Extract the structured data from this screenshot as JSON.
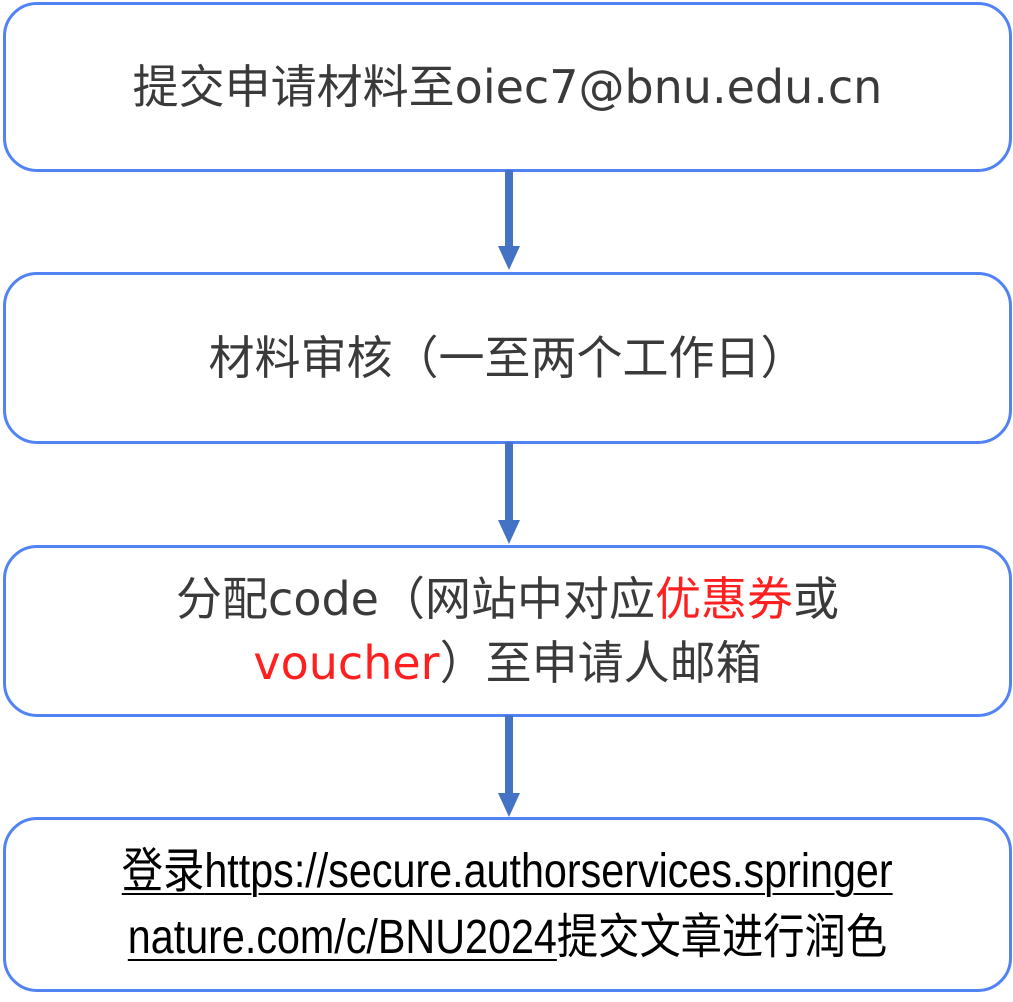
{
  "steps": [
    {
      "text": "提交申请材料至oiec7@bnu.edu.cn"
    },
    {
      "text": "材料审核（一至两个工作日）"
    },
    {
      "part1": "分配code（网站中对应",
      "highlight1": "优惠券",
      "part2": "或",
      "highlight2": "voucher",
      "part3": "）至申请人邮箱"
    },
    {
      "prefix": "登录",
      "link_line1": "https://secure.authorservices.springer",
      "link_line2": "nature.com/c/BNU2024",
      "suffix": "提交文章进行润色"
    }
  ],
  "colors": {
    "border": "#5283f5",
    "arrow": "#4472c4",
    "highlight": "#ff1f1f"
  }
}
